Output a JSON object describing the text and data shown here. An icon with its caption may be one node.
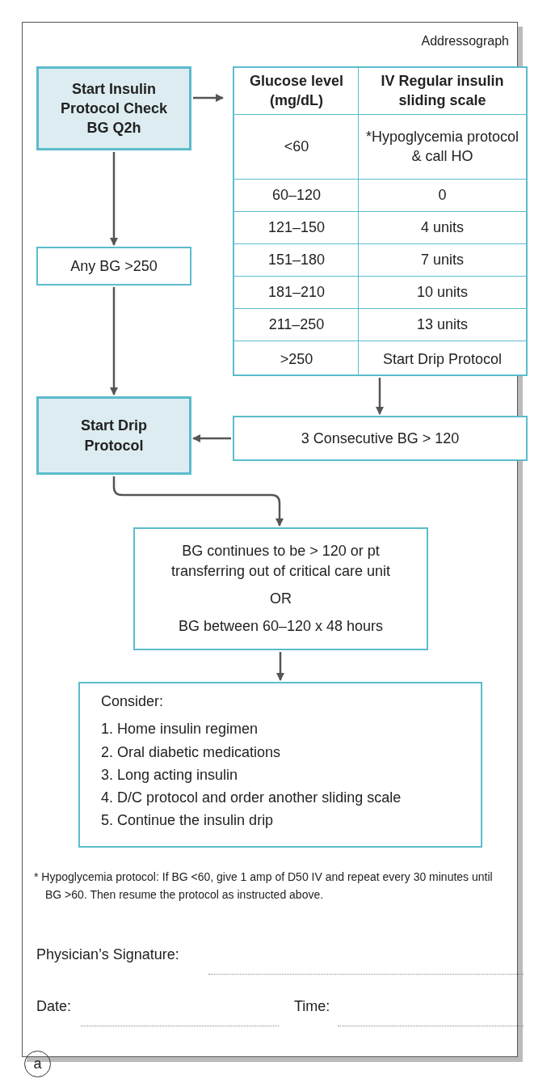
{
  "diagram": {
    "nodes": [
      {
        "text": [
          "Start Insulin Protocol Check BG Q2h"
        ]
      },
      {
        "text": [
          "Glucose level (mg/dL)",
          "IV Regular insulin sliding scale",
          "<60",
          "*Hypoglycemia protocol & call HO",
          "60–120",
          "0",
          "121–150",
          "4 units",
          "151–180",
          "7 units",
          "181–210",
          "10 units",
          "211–250",
          "13 units",
          ">250",
          "Start Drip Protocol"
        ]
      },
      {
        "text": [
          "Any BG >250"
        ]
      },
      {
        "text": [
          "Start Drip Protocol"
        ]
      },
      {
        "text": [
          "3 Consecutive BG > 120"
        ]
      },
      {
        "text": [
          "BG continues to be > 120 or pt transferring out of critical care unit",
          "OR",
          "BG between 60–120 x 48 hours"
        ]
      },
      {
        "text": [
          "Consider:",
          "1. Home insulin regimen",
          "2. Oral diabetic medications",
          "3. Long acting insulin",
          "4. D/C protocol and order another sliding scale",
          "5. Continue the insulin drip"
        ]
      }
    ],
    "edges": [
      {
        "from": 0,
        "to": 1,
        "arrow": "to"
      },
      {
        "from": 0,
        "to": 2,
        "arrow": "to"
      },
      {
        "from": 2,
        "to": 3,
        "arrow": "to"
      },
      {
        "from": 1,
        "to": 4,
        "arrow": "to"
      },
      {
        "from": 4,
        "to": 3,
        "arrow": "to"
      },
      {
        "from": 3,
        "to": 5,
        "arrow": "to"
      },
      {
        "from": 5,
        "to": 6,
        "arrow": "to"
      }
    ],
    "labels": [
      "Addressograph",
      "* Hypoglycemia protocol: If BG <60, give 1 amp of D50 IV and repeat every 30 minutes until BG >60. Then resume the protocol as instructed above.",
      "Physician’s Signature:",
      "Date:",
      "Time:",
      "a"
    ]
  }
}
